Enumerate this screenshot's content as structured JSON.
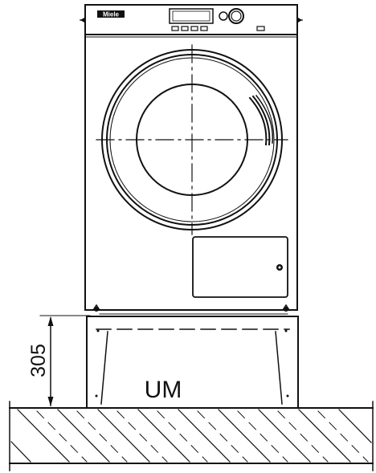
{
  "brand": {
    "logo_text": "Miele"
  },
  "labels": {
    "dimension_value": "305",
    "stand_label": "UM"
  },
  "colors": {
    "ink": "#111111",
    "background": "#ffffff"
  },
  "icons": {
    "control_knob": "rotary-knob-icon",
    "door_lock": "lock-circle-icon"
  }
}
